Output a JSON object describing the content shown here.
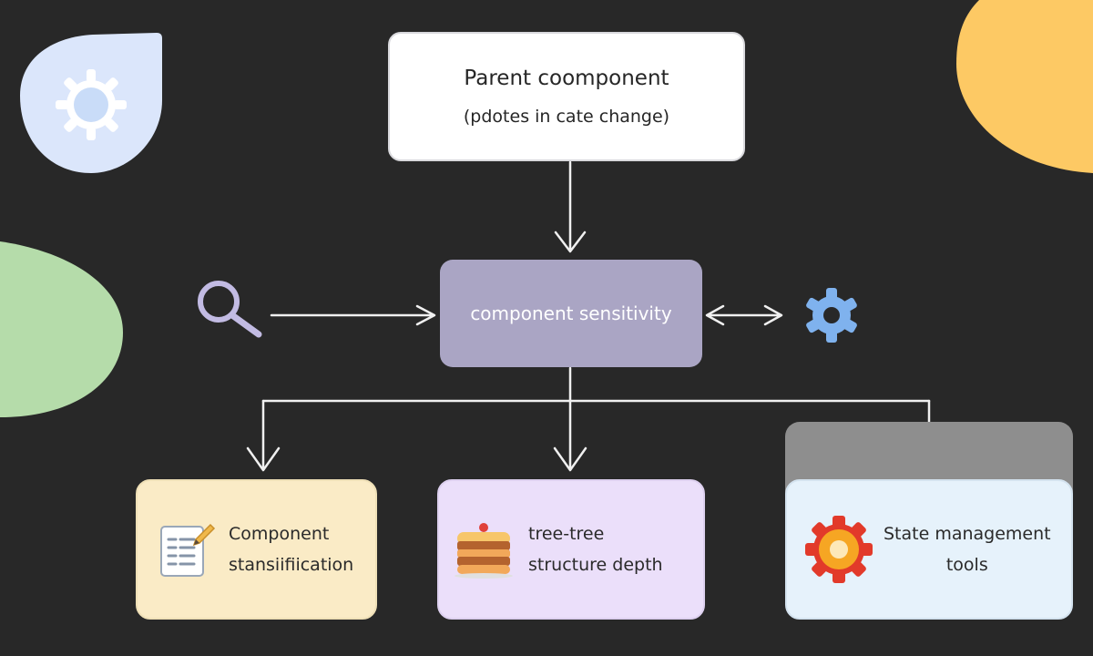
{
  "nodes": {
    "parent": {
      "title": "Parent coomponent",
      "subtitle": "(pdotes in cate change)"
    },
    "sensitivity": {
      "label": "component sensitivity"
    },
    "child_a": {
      "line1": "Component",
      "line2": "stansiifiication"
    },
    "child_b": {
      "line1": "tree-tree",
      "line2": "structure depth"
    },
    "child_c": {
      "line1": "State management",
      "line2": "tools"
    }
  },
  "icons": {
    "top_left": "sun-gear-icon",
    "search": "magnifier-icon",
    "settings": "gear-icon",
    "child_a": "document-pencil-icon",
    "child_b": "layer-cake-icon",
    "child_c": "orange-gear-icon"
  },
  "colors": {
    "background": "#282828",
    "parent_fill": "#ffffff",
    "sensitivity_fill": "#aaa5c4",
    "child_a_fill": "#faebc6",
    "child_b_fill": "#ebdffa",
    "child_c_fill": "#e6f2fb",
    "blob_blue": "#dbe6fb",
    "blob_green": "#b5dcaa",
    "blob_orange": "#fdc964",
    "gear_blue": "#7fb2ee",
    "magnifier": "#c2bbe3"
  }
}
